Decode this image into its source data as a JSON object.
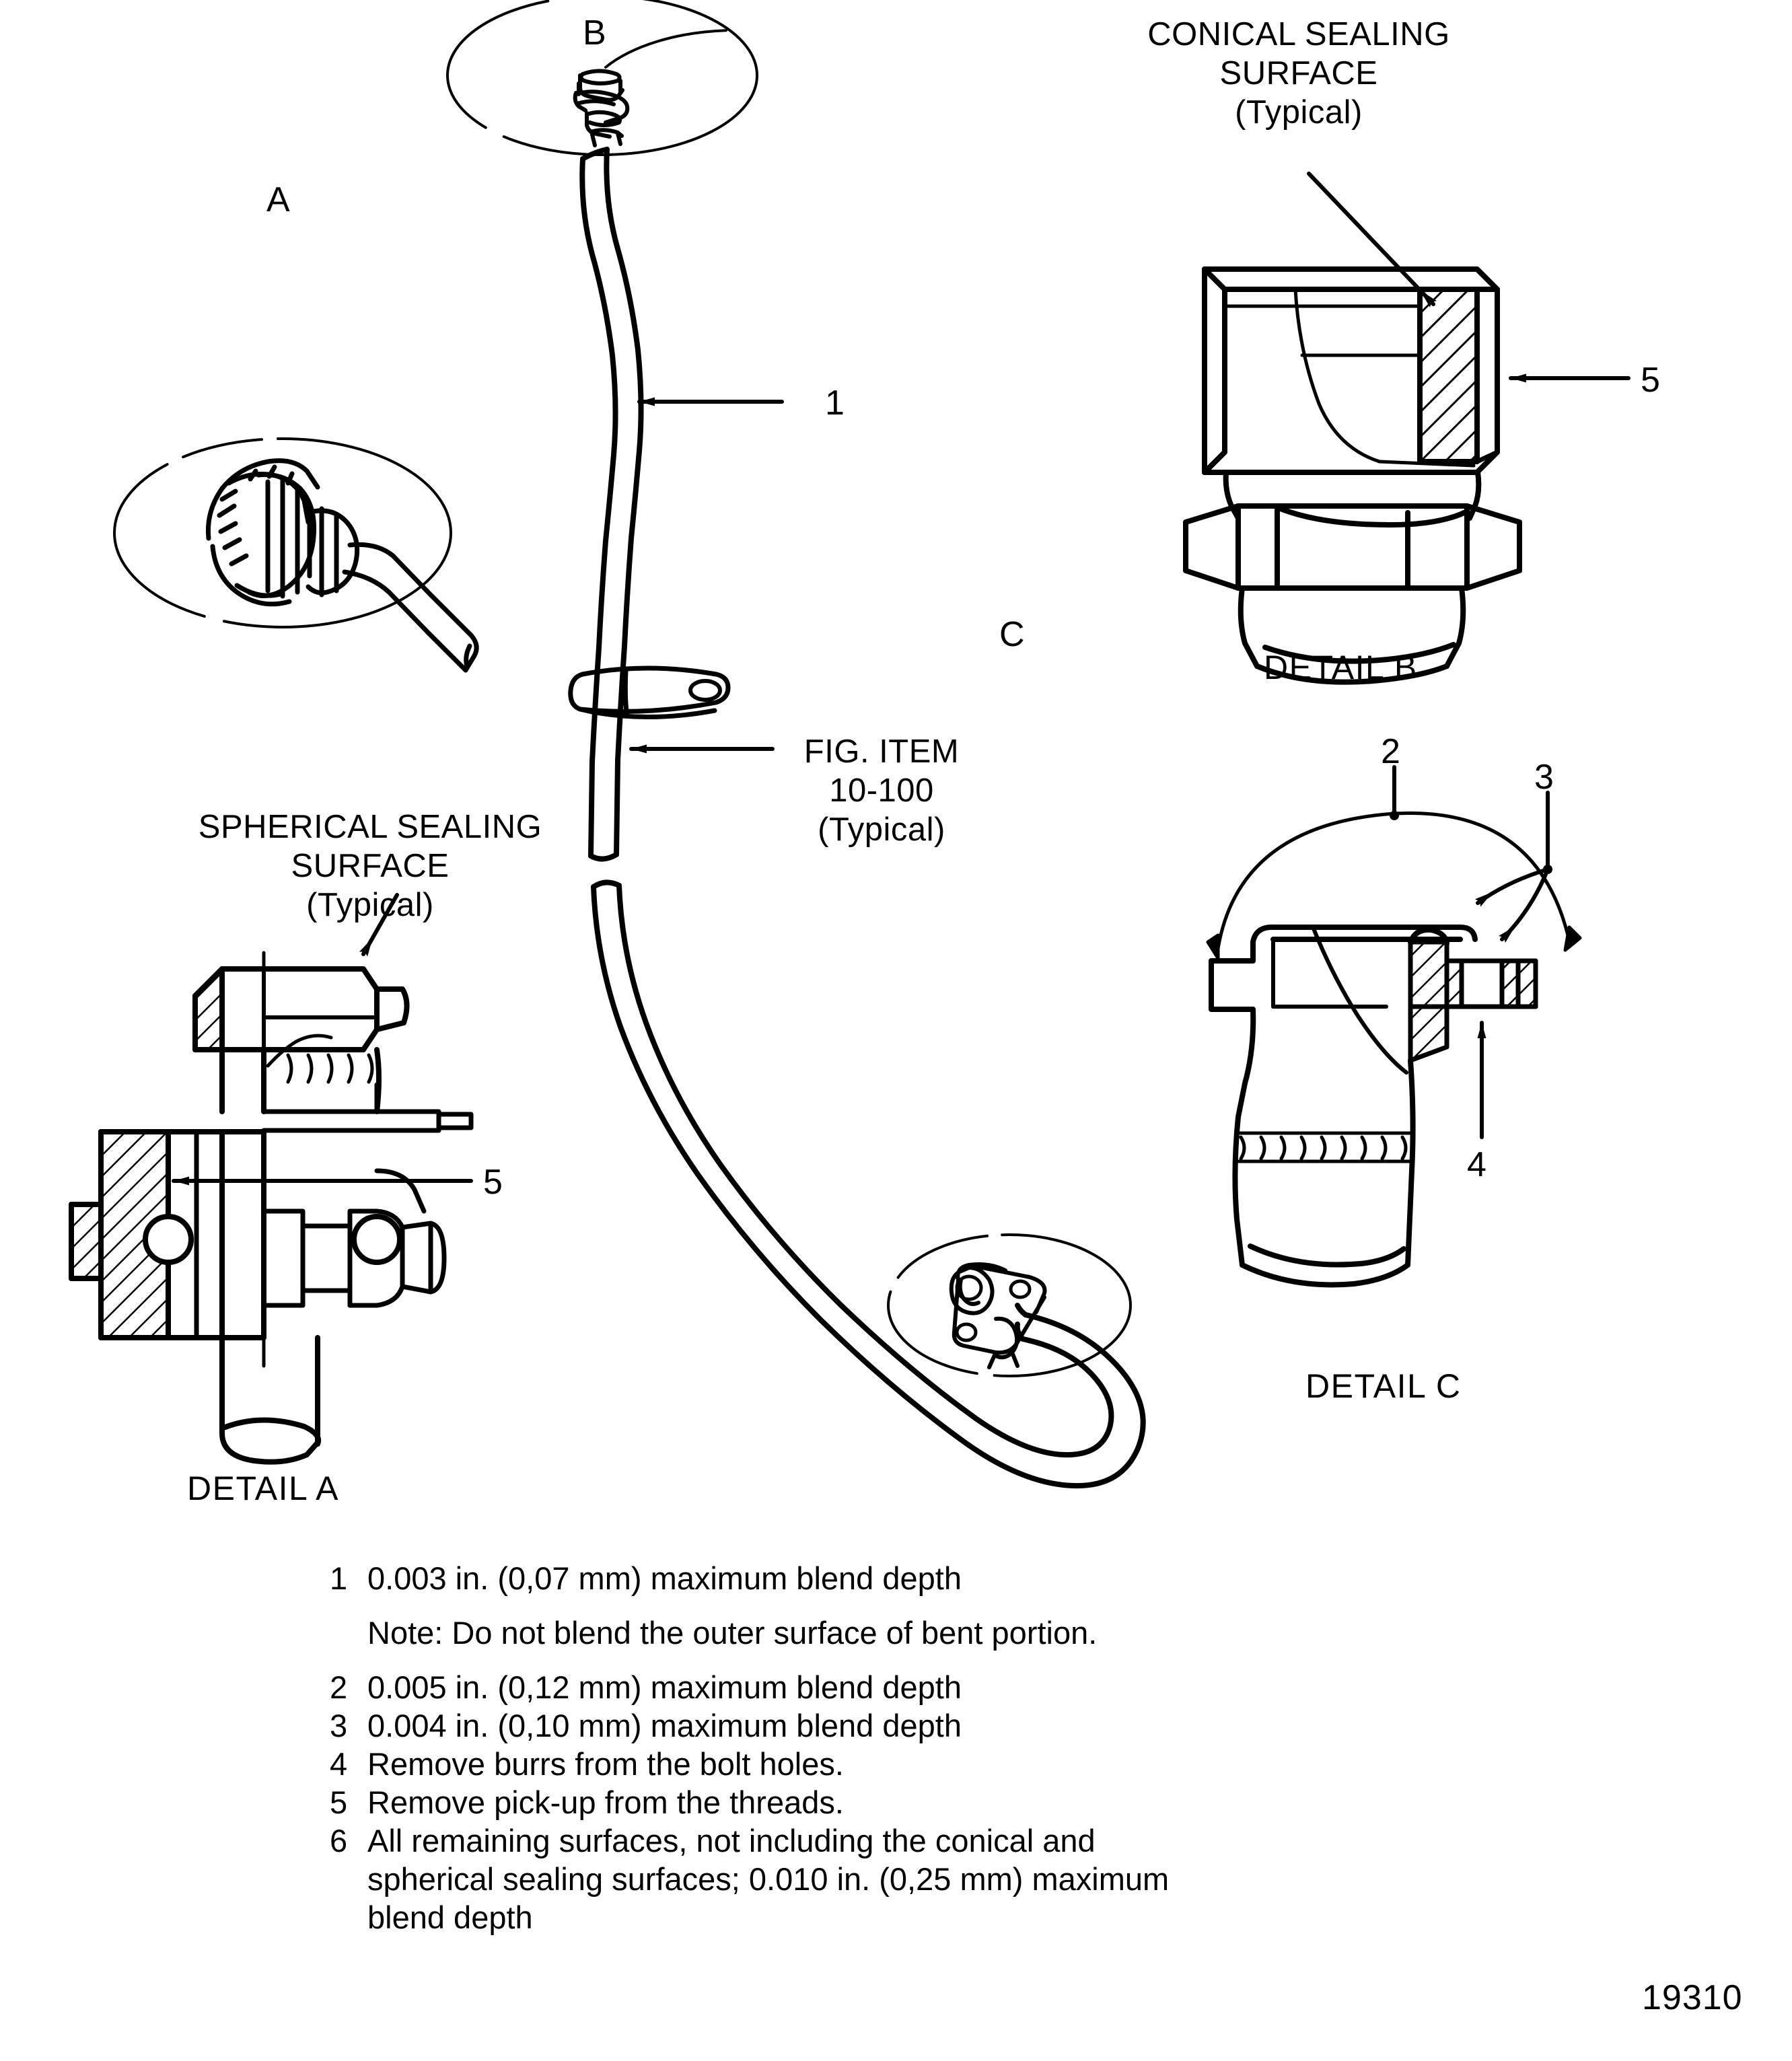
{
  "drawing": {
    "number": "19310"
  },
  "callouts": [
    {
      "id": "callout-a",
      "letter": "A"
    },
    {
      "id": "callout-b",
      "letter": "B"
    },
    {
      "id": "callout-c",
      "letter": "C"
    }
  ],
  "annotations": {
    "conical_sealing": {
      "line1": "CONICAL SEALING",
      "line2": "SURFACE",
      "line3": "(Typical)"
    },
    "spherical_sealing": {
      "line1": "SPHERICAL SEALING",
      "line2": "SURFACE",
      "line3": "(Typical)"
    },
    "fig_item": {
      "line1": "FIG. ITEM",
      "line2": "10-100",
      "line3": "(Typical)"
    }
  },
  "leaders": {
    "tube_item_1": "1",
    "detail_a_item_5": "5",
    "detail_b_item_5": "5",
    "detail_c_item_2": "2",
    "detail_c_item_3": "3",
    "detail_c_item_4": "4"
  },
  "detail_labels": {
    "a": "DETAIL A",
    "b": "DETAIL B",
    "c": "DETAIL C"
  },
  "legend": [
    {
      "num": "1",
      "text": "0.003 in. (0,07 mm) maximum blend depth"
    },
    {
      "num": "",
      "text": "Note: Do not blend the outer surface of bent portion."
    },
    {
      "num": "2",
      "text": "0.005 in. (0,12 mm) maximum blend depth"
    },
    {
      "num": "3",
      "text": "0.004 in. (0,10 mm) maximum blend depth"
    },
    {
      "num": "4",
      "text": "Remove burrs from the bolt holes."
    },
    {
      "num": "5",
      "text": "Remove pick-up from the threads."
    },
    {
      "num": "6",
      "text": "All remaining surfaces, not including the conical and"
    },
    {
      "num": "",
      "text": "spherical sealing surfaces; 0.010 in. (0,25 mm) maximum"
    },
    {
      "num": "",
      "text": "blend depth"
    }
  ],
  "colors": {
    "ink": "#000000",
    "paper": "#ffffff"
  }
}
